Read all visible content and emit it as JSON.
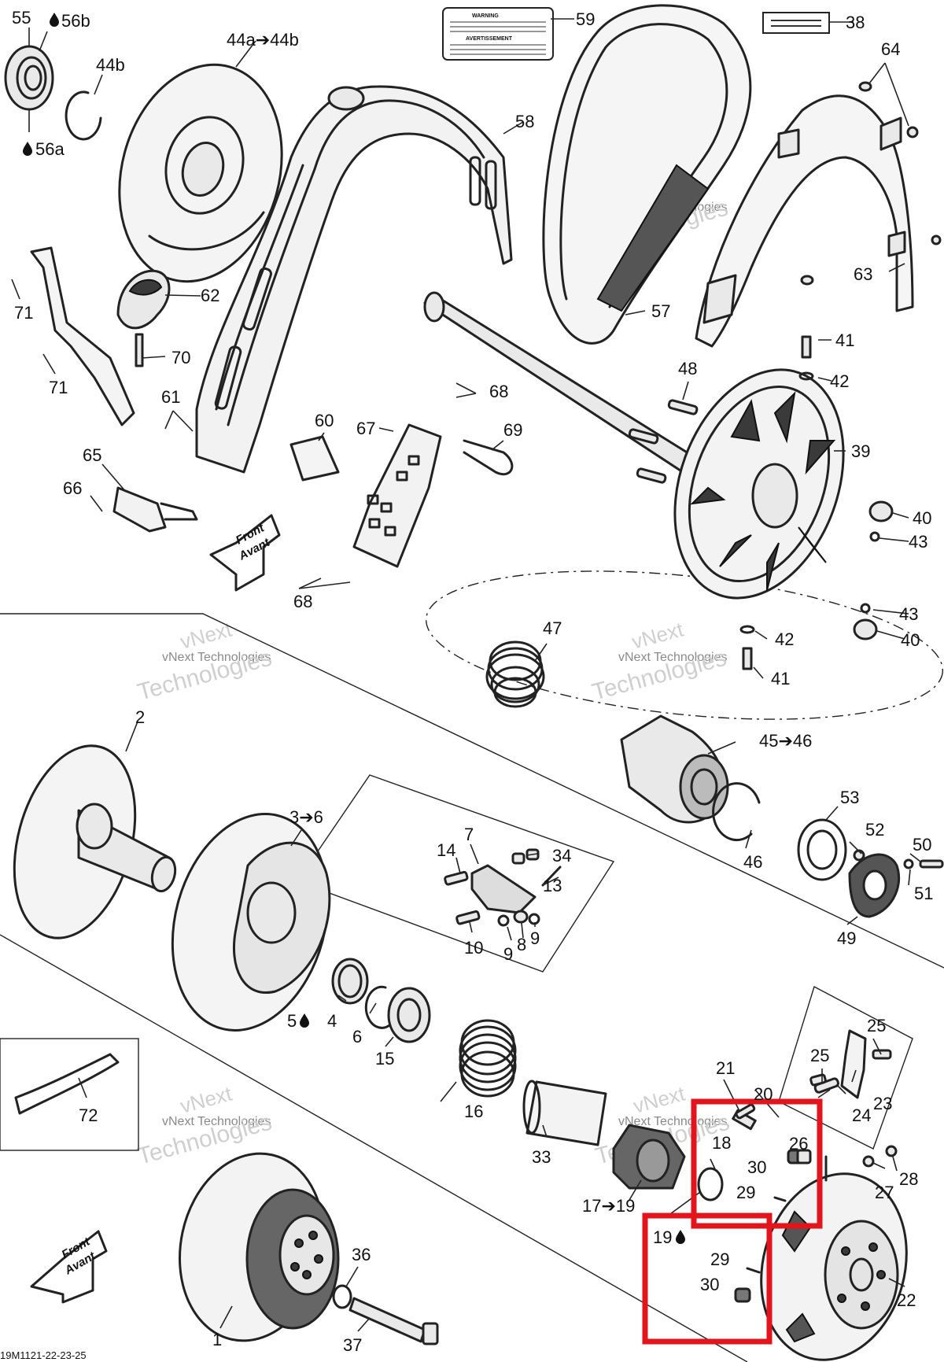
{
  "reference_code": "19M1121-22-23-25",
  "watermark_text": [
    "vNext",
    "vNext Technologies",
    "Technologies"
  ],
  "front_arrow": {
    "line1": "Front",
    "line2": "Avant"
  },
  "warning_label": {
    "line1": "WARNING",
    "line2": "AVERTISSEMENT"
  },
  "highlight_color": "#e3141b",
  "callouts": {
    "c1": "1",
    "c2": "2",
    "c3_6": "3➔6",
    "c4": "4",
    "c5": "5",
    "c6": "6",
    "c7": "7",
    "c8": "8",
    "c9a": "9",
    "c9b": "9",
    "c10": "10",
    "c13": "13",
    "c14": "14",
    "c15": "15",
    "c16": "16",
    "c17_19": "17➔19",
    "c18": "18",
    "c19": "19",
    "c20": "20",
    "c21": "21",
    "c22": "22",
    "c23": "23",
    "c24": "24",
    "c25a": "25",
    "c25b": "25",
    "c26": "26",
    "c27": "27",
    "c28": "28",
    "c29a": "29",
    "c29b": "29",
    "c30a": "30",
    "c30b": "30",
    "c33": "33",
    "c34": "34",
    "c36": "36",
    "c37": "37",
    "c38": "38",
    "c39": "39",
    "c40a": "40",
    "c40b": "40",
    "c41a": "41",
    "c41b": "41",
    "c42a": "42",
    "c42b": "42",
    "c43a": "43",
    "c43b": "43",
    "c44a_44b": "44a➔44b",
    "c44b": "44b",
    "c45_46": "45➔46",
    "c46": "46",
    "c47": "47",
    "c48": "48",
    "c49": "49",
    "c50": "50",
    "c51": "51",
    "c52": "52",
    "c53": "53",
    "c55": "55",
    "c56a": "56a",
    "c56b": "56b",
    "c57": "57",
    "c58": "58",
    "c59": "59",
    "c60": "60",
    "c61": "61",
    "c62": "62",
    "c63": "63",
    "c64": "64",
    "c65": "65",
    "c66": "66",
    "c67": "67",
    "c68a": "68",
    "c68b": "68",
    "c69": "69",
    "c70": "70",
    "c71a": "71",
    "c71b": "71",
    "c72": "72"
  }
}
